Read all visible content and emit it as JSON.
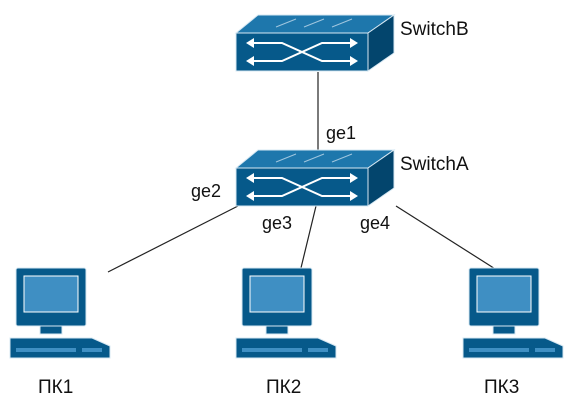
{
  "colors": {
    "device_fill": "#06598a",
    "device_top": "#1e77ac",
    "device_side": "#03456d",
    "device_stroke": "#d7e8f3",
    "screen": "#3f8fc3",
    "link": "#222222"
  },
  "switches": [
    {
      "id": "switchB",
      "label": "SwitchB",
      "icon": "network-switch-icon"
    },
    {
      "id": "switchA",
      "label": "SwitchA",
      "icon": "network-switch-icon"
    }
  ],
  "computers": [
    {
      "id": "pc1",
      "label": "ПК1",
      "icon": "desktop-computer-icon"
    },
    {
      "id": "pc2",
      "label": "ПК2",
      "icon": "desktop-computer-icon"
    },
    {
      "id": "pc3",
      "label": "ПК3",
      "icon": "desktop-computer-icon"
    }
  ],
  "ports": {
    "ge1": "ge1",
    "ge2": "ge2",
    "ge3": "ge3",
    "ge4": "ge4"
  }
}
